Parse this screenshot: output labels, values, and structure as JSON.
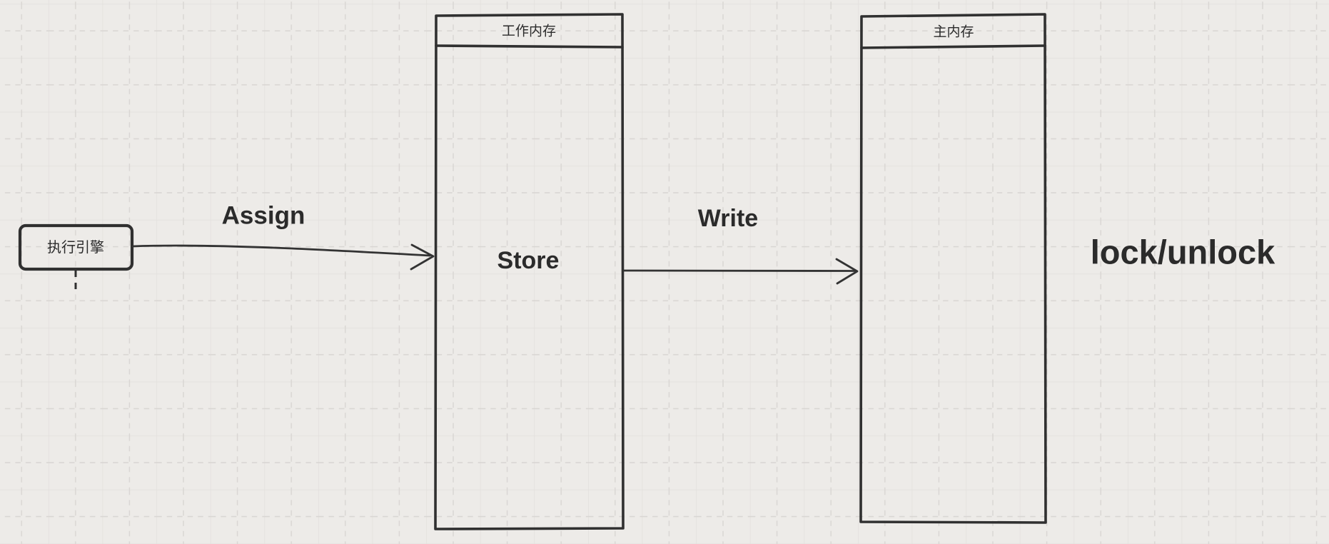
{
  "canvas": {
    "background_color": "#edebe8",
    "grid_major_color": "#e2dfdc",
    "grid_minor_color": "#d8d5d2",
    "shape_stroke_color": "#303030",
    "text_color": "#2b2b2b"
  },
  "nodes": {
    "execution_engine": {
      "label": "执行引擎"
    },
    "working_memory": {
      "title": "工作内存",
      "body_label": "Store"
    },
    "main_memory": {
      "title": "主内存"
    }
  },
  "edges": {
    "assign": {
      "label": "Assign"
    },
    "write": {
      "label": "Write"
    }
  },
  "floating_labels": {
    "lock_unlock": "lock/unlock"
  }
}
